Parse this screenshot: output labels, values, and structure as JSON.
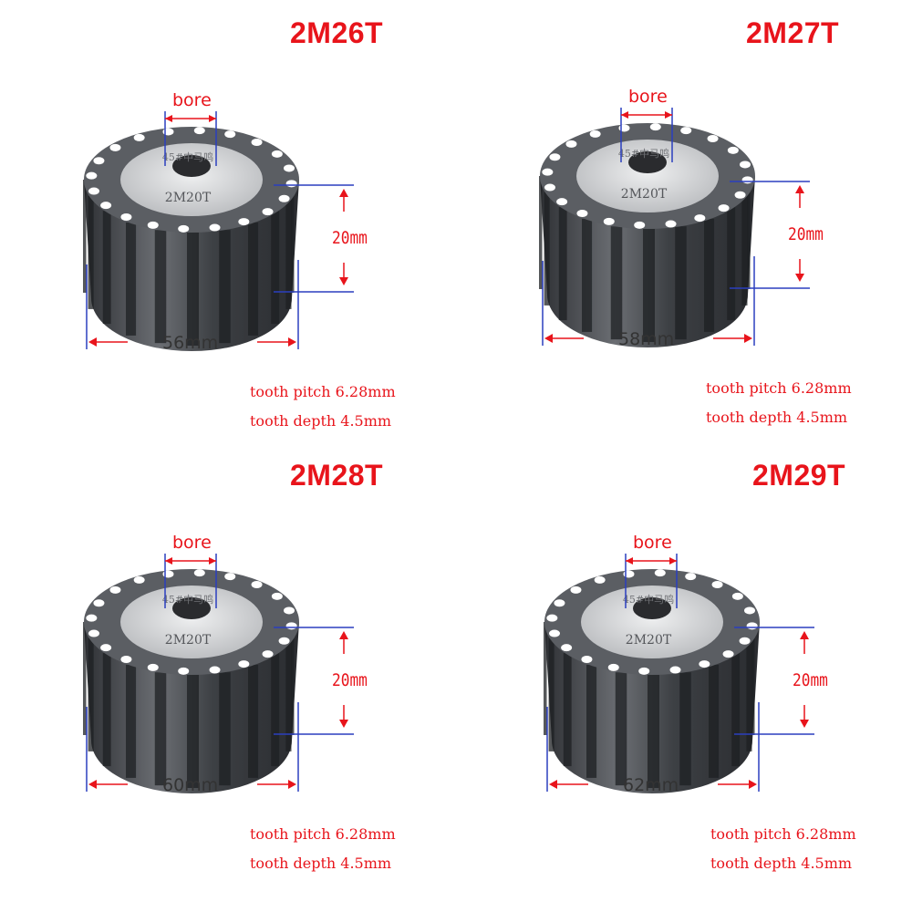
{
  "colors": {
    "label_red": "#e8141b",
    "dimension_blue": "#2b3fbf",
    "gear_steel": "#4a4d52",
    "gear_face": "#d6d7d9"
  },
  "gear_face_marking": {
    "line1": "45#中马鸣",
    "line2": "2M20T"
  },
  "panels": [
    {
      "title": "2M26T",
      "bore": "bore",
      "height": "20mm",
      "diameter": "56mm",
      "pitch": "tooth pitch 6.28mm",
      "depth": "tooth depth 4.5mm"
    },
    {
      "title": "2M27T",
      "bore": "bore",
      "height": "20mm",
      "diameter": "58mm",
      "pitch": "tooth pitch 6.28mm",
      "depth": "tooth depth 4.5mm"
    },
    {
      "title": "2M28T",
      "bore": "bore",
      "height": "20mm",
      "diameter": "60mm",
      "pitch": "tooth pitch 6.28mm",
      "depth": "tooth depth 4.5mm"
    },
    {
      "title": "2M29T",
      "bore": "bore",
      "height": "20mm",
      "diameter": "62mm",
      "pitch": "tooth pitch 6.28mm",
      "depth": "tooth depth 4.5mm"
    }
  ]
}
